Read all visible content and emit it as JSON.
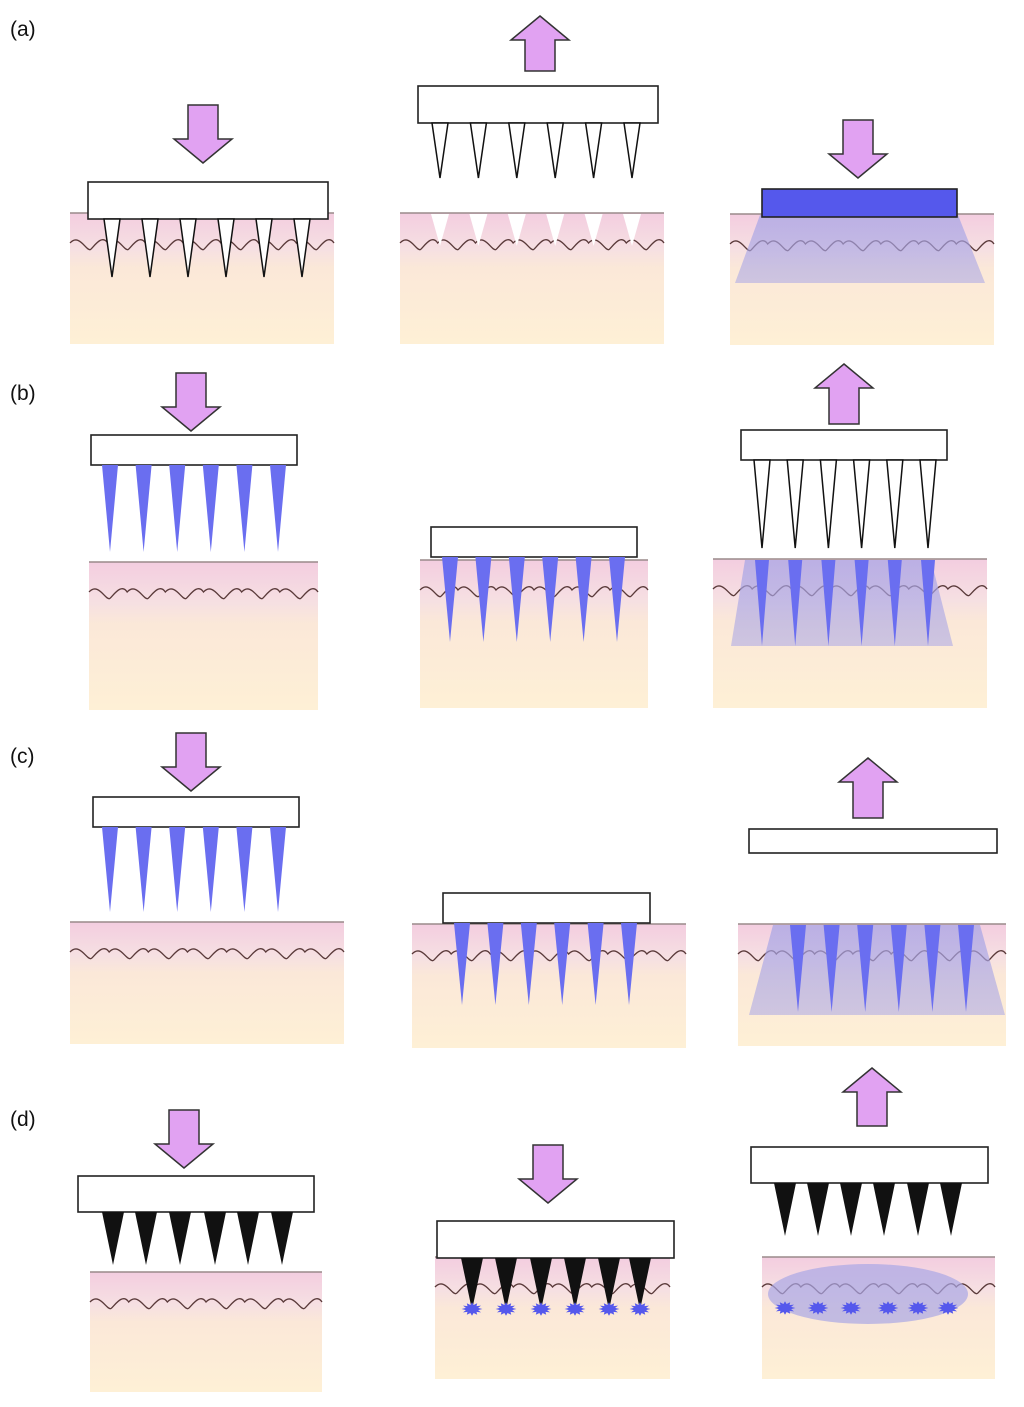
{
  "figure": {
    "rows": [
      {
        "id": "a",
        "label": "(a)"
      },
      {
        "id": "b",
        "label": "(b)"
      },
      {
        "id": "c",
        "label": "(c)"
      },
      {
        "id": "d",
        "label": "(d)"
      }
    ],
    "colors": {
      "skin_surface": "#f3cde0",
      "skin_deep": "#fef0d6",
      "skin_line": "#5a3a3a",
      "arrow_fill": "#e1a2f2",
      "arrow_stroke": "#333333",
      "drug_blue": "#6a6ef0",
      "patch_blue": "#5558ec",
      "diffusion": "#a9a6e6",
      "needle_black": "#111111",
      "backing": "#ffffff"
    },
    "steps": {
      "a": [
        "press-solid-array",
        "remove-array",
        "apply-drug-patch"
      ],
      "b": [
        "coated-array-above-skin",
        "insert-coated-array",
        "remove-array-drug-released"
      ],
      "c": [
        "dissolving-array-above-skin",
        "insert-dissolving-array",
        "remove-backing-needles-dissolve"
      ],
      "d": [
        "hollow-array-above-skin",
        "insert-and-inject",
        "remove-array-drug-depot"
      ]
    }
  }
}
